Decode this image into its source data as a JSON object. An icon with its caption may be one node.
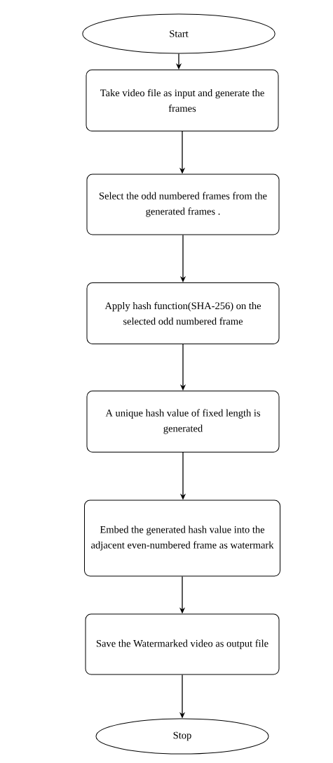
{
  "diagram": {
    "nodes": [
      {
        "text": [
          "Start"
        ]
      },
      {
        "text": [
          "Take video file as input and generate the frames"
        ]
      },
      {
        "text": [
          "Select the odd numbered frames from the generated frames ."
        ]
      },
      {
        "text": [
          "Apply hash function(SHA-256) on the selected odd numbered frame"
        ]
      },
      {
        "text": [
          "A unique hash value of fixed length is generated"
        ]
      },
      {
        "text": [
          "Embed the generated hash value into the adjacent even-numbered frame as watermark"
        ]
      },
      {
        "text": [
          "Save the Watermarked video as output file"
        ]
      },
      {
        "text": [
          "Stop"
        ]
      }
    ],
    "edges": [
      {
        "from": 0,
        "to": 1,
        "arrow": "to"
      },
      {
        "from": 1,
        "to": 2,
        "arrow": "to"
      },
      {
        "from": 2,
        "to": 3,
        "arrow": "to"
      },
      {
        "from": 3,
        "to": 4,
        "arrow": "to"
      },
      {
        "from": 4,
        "to": 5,
        "arrow": "to"
      },
      {
        "from": 5,
        "to": 6,
        "arrow": "to"
      },
      {
        "from": 6,
        "to": 7,
        "arrow": "to"
      }
    ]
  }
}
